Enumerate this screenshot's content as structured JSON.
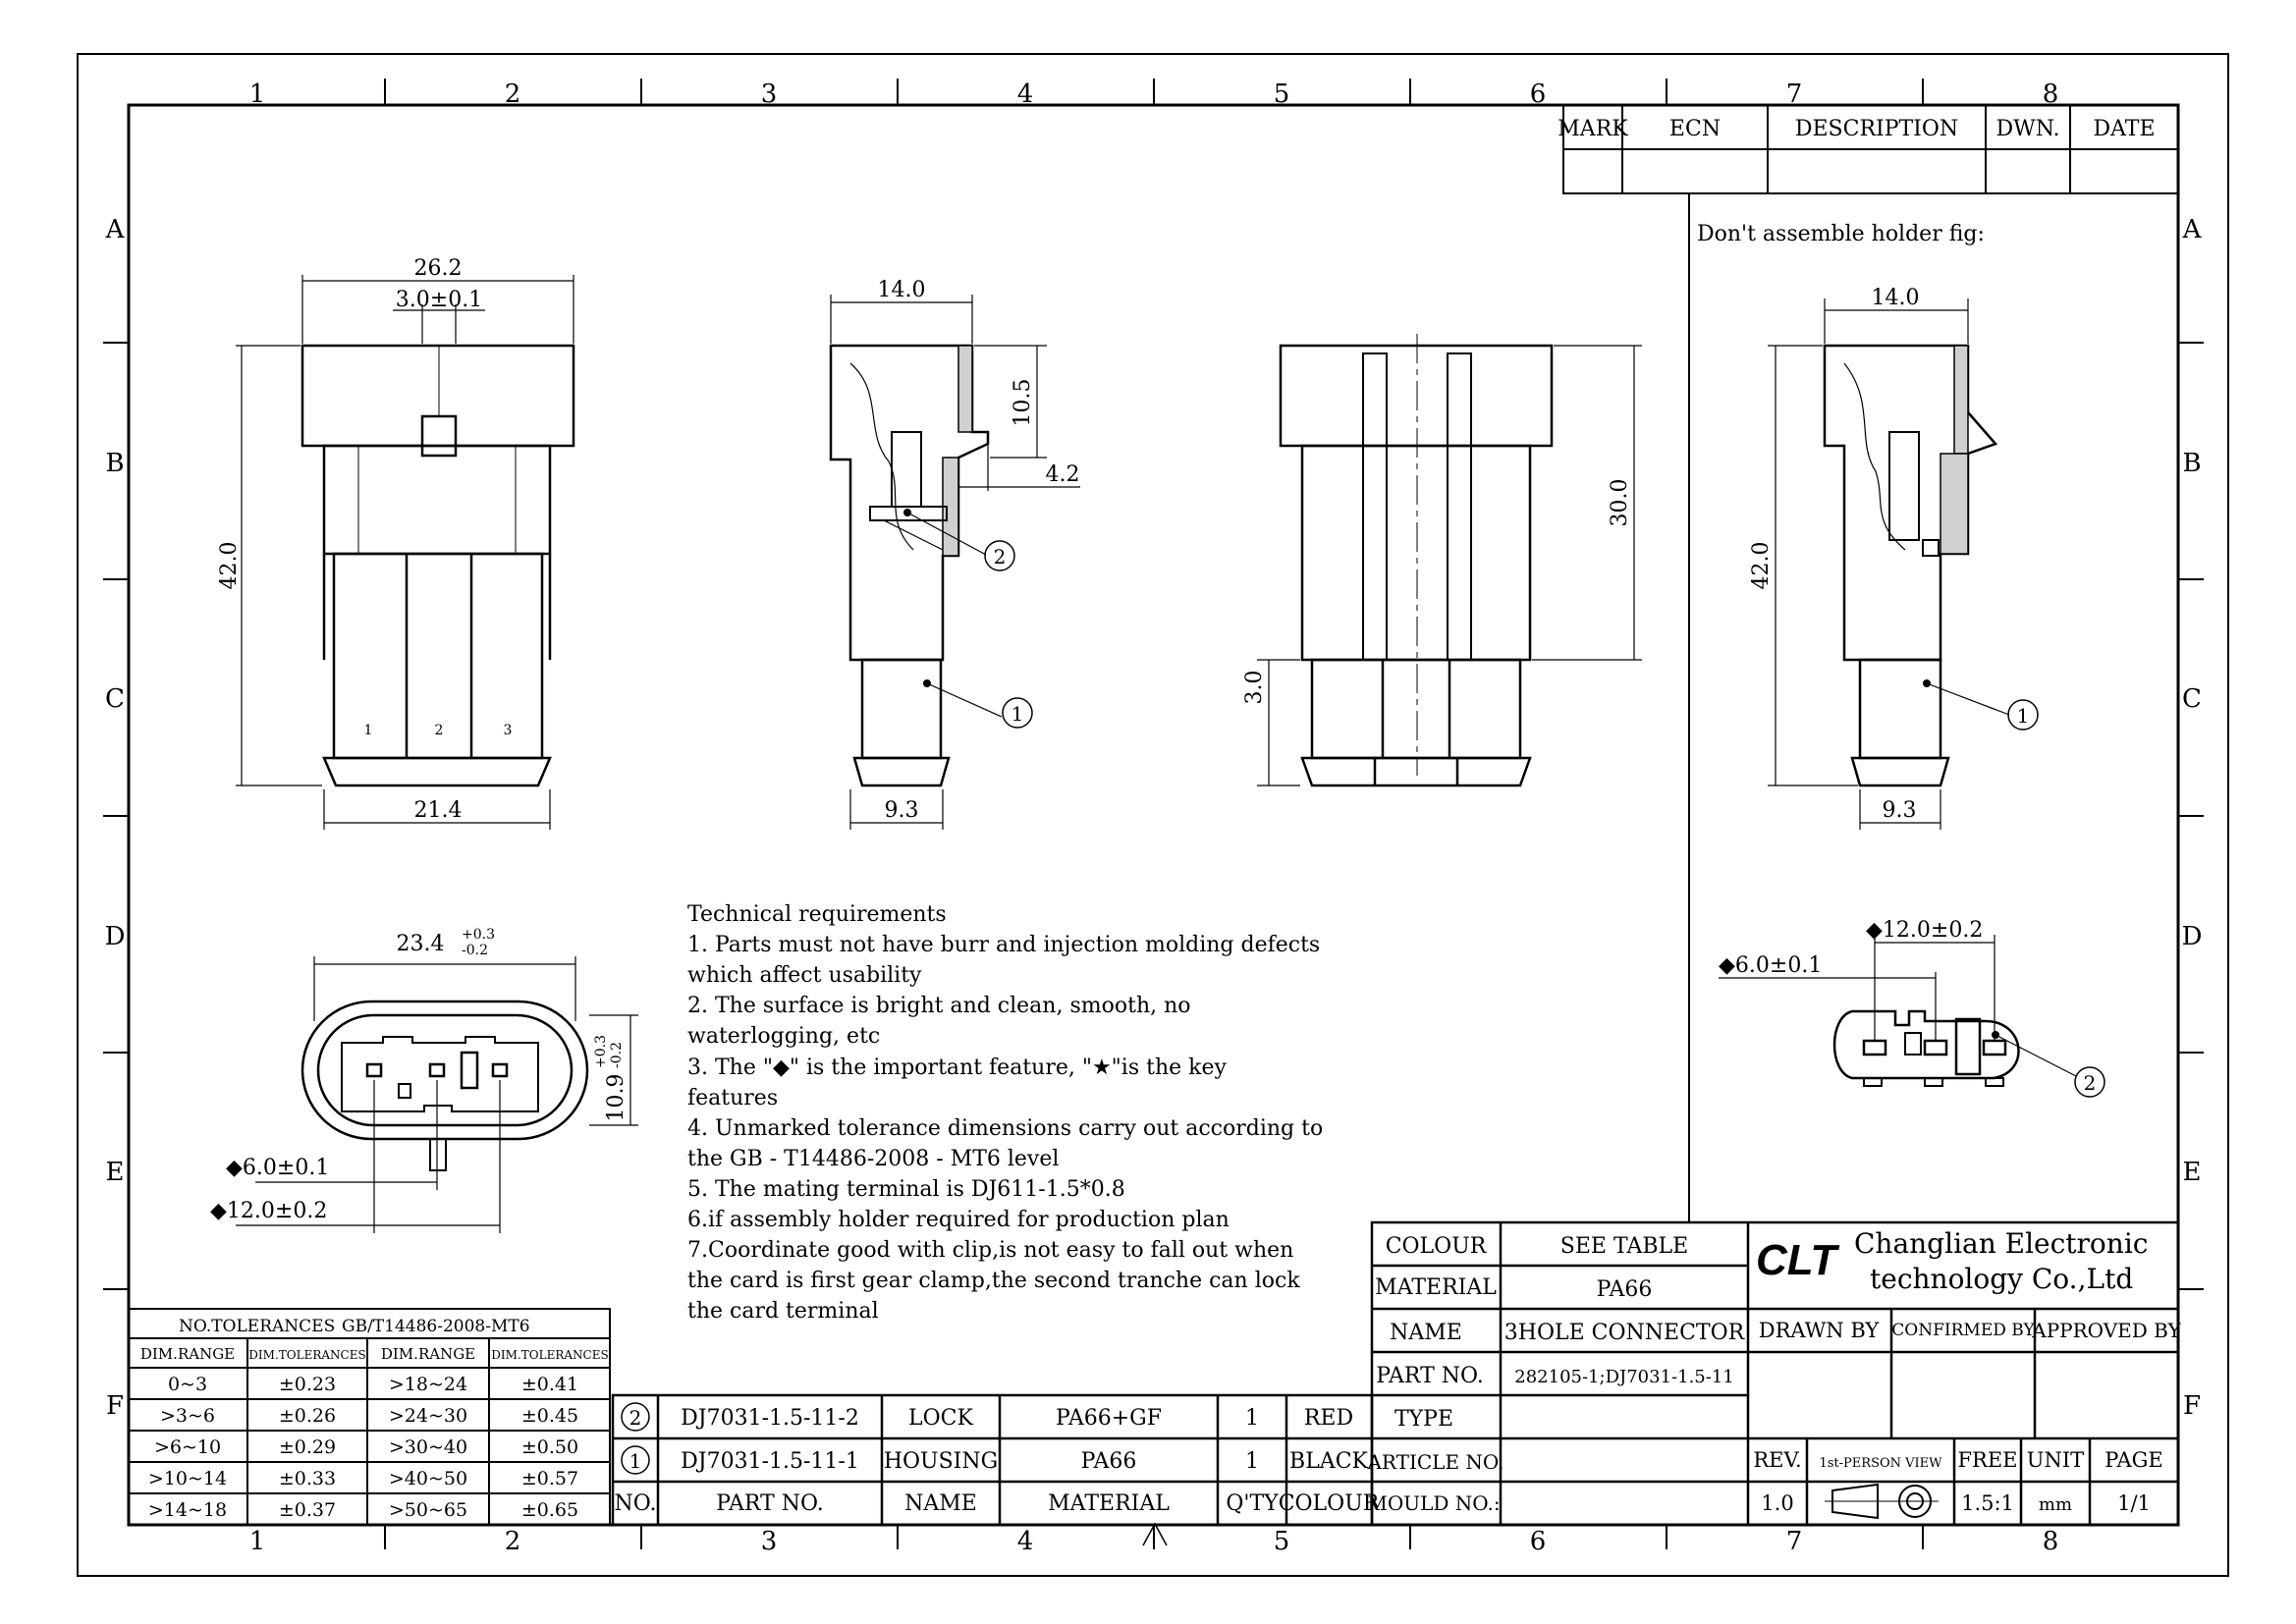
{
  "frame": {
    "cols": [
      "1",
      "2",
      "3",
      "4",
      "5",
      "6",
      "7",
      "8"
    ],
    "rows": [
      "A",
      "B",
      "C",
      "D",
      "E",
      "F"
    ]
  },
  "revision_table": {
    "headers": [
      "MARK",
      "ECN",
      "DESCRIPTION",
      "DWN.",
      "DATE"
    ]
  },
  "side_note": "Don't assemble holder fig:",
  "dims": {
    "front_width": "26.2",
    "front_slot": "3.0±0.1",
    "front_height": "42.0",
    "front_bottom": "21.4",
    "pin_labels": [
      "1",
      "2",
      "3"
    ],
    "side_width": "14.0",
    "side_lock_h": "10.5",
    "side_lock_d": "4.2",
    "side_bottom": "9.3",
    "back_height": "30.0",
    "back_step": "3.0",
    "holder_width": "14.0",
    "holder_height": "42.0",
    "holder_bottom": "9.3",
    "bottom_width": "23.4",
    "bottom_width_tol_up": "+0.3",
    "bottom_width_tol_dn": "-0.2",
    "bottom_height": "10.9",
    "bottom_height_tol_up": "+0.3",
    "bottom_height_tol_dn": "-0.2",
    "bottom_pitch_6": "◆6.0±0.1",
    "bottom_pitch_12": "◆12.0±0.2",
    "right_pitch_12": "◆12.0±0.2",
    "right_pitch_6": "◆6.0±0.1",
    "balloon_1": "1",
    "balloon_2": "2"
  },
  "tech_requirements": [
    "Technical requirements",
    "1. Parts must not have burr and injection molding defects",
    "which affect usability",
    "2. The surface is bright and clean, smooth, no",
    "waterlogging, etc",
    "3. The \"◆\" is the important feature, \"★\"is the key",
    "features",
    "4. Unmarked tolerance dimensions carry out according to",
    "the GB - T14486-2008 - MT6 level",
    "5. The mating terminal is DJ611-1.5*0.8",
    "6.if assembly holder required for production plan",
    "7.Coordinate good with clip,is not easy to fall out when",
    "the card is first gear clamp,the second tranche can lock",
    "the card terminal"
  ],
  "tolerance_table": {
    "title": "NO.TOLERANCES",
    "standard": "GB/T14486-2008-MT6",
    "headers": [
      "DIM.RANGE",
      "DIM.TOLERANCES",
      "DIM.RANGE",
      "DIM.TOLERANCES"
    ],
    "rows": [
      [
        "0~3",
        "±0.23",
        ">18~24",
        "±0.41"
      ],
      [
        ">3~6",
        "±0.26",
        ">24~30",
        "±0.45"
      ],
      [
        ">6~10",
        "±0.29",
        ">30~40",
        "±0.50"
      ],
      [
        ">10~14",
        "±0.33",
        ">40~50",
        "±0.57"
      ],
      [
        ">14~18",
        "±0.37",
        ">50~65",
        "±0.65"
      ]
    ]
  },
  "bom": {
    "rows": [
      {
        "no": "2",
        "part": "DJ7031-1.5-11-2",
        "name": "LOCK",
        "material": "PA66+GF",
        "qty": "1",
        "colour": "RED"
      },
      {
        "no": "1",
        "part": "DJ7031-1.5-11-1",
        "name": "HOUSING",
        "material": "PA66",
        "qty": "1",
        "colour": "BLACK"
      }
    ],
    "headers": {
      "no": "NO.",
      "part": "PART NO.",
      "name": "NAME",
      "material": "MATERIAL",
      "qty": "Q'TY",
      "colour": "COLOUR"
    }
  },
  "title_block": {
    "colour_label": "COLOUR",
    "colour_value": "SEE TABLE",
    "material_label": "MATERIAL",
    "material_value": "PA66",
    "name_label": "NAME",
    "name_value": "3HOLE CONNECTOR",
    "partno_label": "PART NO.",
    "partno_value": "282105-1;DJ7031-1.5-11",
    "type_label": "TYPE",
    "article_label": "ARTICLE NO.",
    "mould_label": "MOULD NO.:",
    "logo": "CLT",
    "company_line1": "Changlian Electronic",
    "company_line2": "technology Co.,Ltd",
    "drawn_by": "DRAWN BY",
    "confirmed_by": "CONFIRMED BY",
    "approved_by": "APPROVED BY",
    "rev_label": "REV.",
    "view_label": "1st-PERSON VIEW",
    "free_label": "FREE",
    "unit_label": "UNIT",
    "page_label": "PAGE",
    "rev_value": "1.0",
    "scale_value": "1.5:1",
    "unit_value": "mm",
    "page_value": "1/1"
  }
}
